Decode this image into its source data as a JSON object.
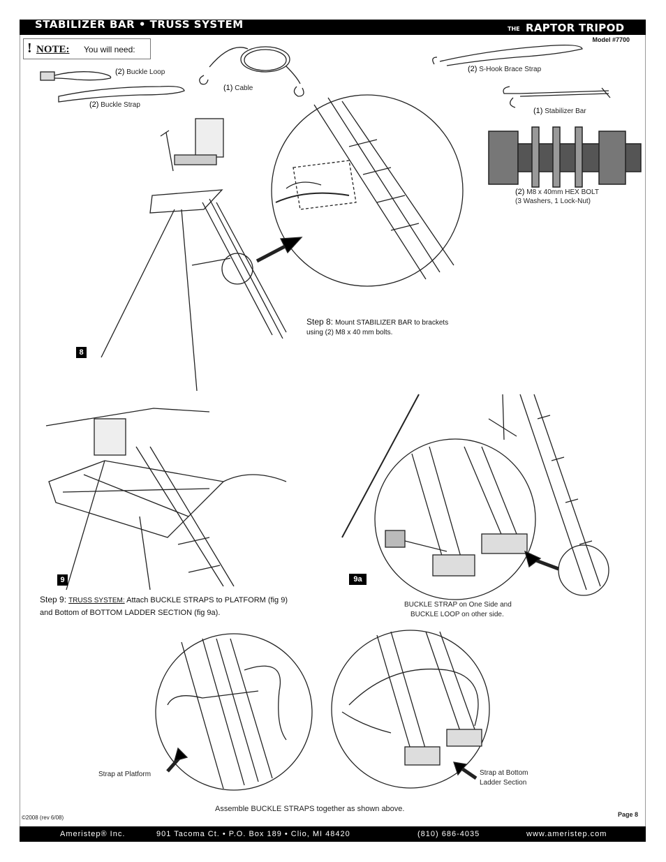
{
  "header": {
    "section_title": "STABILIZER BAR • TRUSS SYSTEM",
    "brand_prefix": "THE",
    "brand_name": "RAPTOR TRIPOD",
    "model": "Model #7700"
  },
  "note": {
    "bang": "!",
    "label": "NOTE:",
    "text": "You will need:"
  },
  "parts": {
    "buckle_loop": {
      "qty": "(2)",
      "name": "Buckle Loop"
    },
    "buckle_strap": {
      "qty": "(2)",
      "name": "Buckle Strap"
    },
    "cable": {
      "qty": "(1)",
      "name": "Cable"
    },
    "shook": {
      "qty": "(2)",
      "name": "S-Hook Brace Strap"
    },
    "stabilizer_bar": {
      "qty": "(1)",
      "name": "Stabilizer Bar"
    },
    "hex_bolt": {
      "qty": "(2)",
      "name": "M8 x 40mm HEX BOLT",
      "detail": "(3 Washers, 1 Lock-Nut)"
    }
  },
  "figures": {
    "fig8": "8",
    "fig9": "9",
    "fig9a": "9a"
  },
  "step8": {
    "label": "Step 8:",
    "line1": "Mount STABILIZER BAR to brackets",
    "line2": "using (2) M8 x 40 mm bolts."
  },
  "step9": {
    "label": "Step 9:",
    "sub": "TRUSS SYSTEM:",
    "t1": "Attach BUCKLE STRAPS to PLATFORM",
    "ref1": "(fig 9)",
    "t2": "and Bottom of BOTTOM LADDER SECTION",
    "ref2": "(fig 9a)",
    "end": "."
  },
  "captions": {
    "buckle_sides_1": "BUCKLE STRAP on One Side and",
    "buckle_sides_2": "BUCKLE LOOP on other side.",
    "strap_platform": "Strap at Platform",
    "strap_bottom_1": "Strap at Bottom",
    "strap_bottom_2": "Ladder Section",
    "assemble": "Assemble BUCKLE STRAPS together as shown above."
  },
  "footer": {
    "copyright": "©2008 (rev 6/08)",
    "page": "Page 8",
    "company": "Ameristep®  Inc.",
    "address": "901 Tacoma Ct. • P.O. Box 189 • Clio, MI  48420",
    "phone": "(810) 686-4035",
    "web": "www.ameristep.com"
  }
}
